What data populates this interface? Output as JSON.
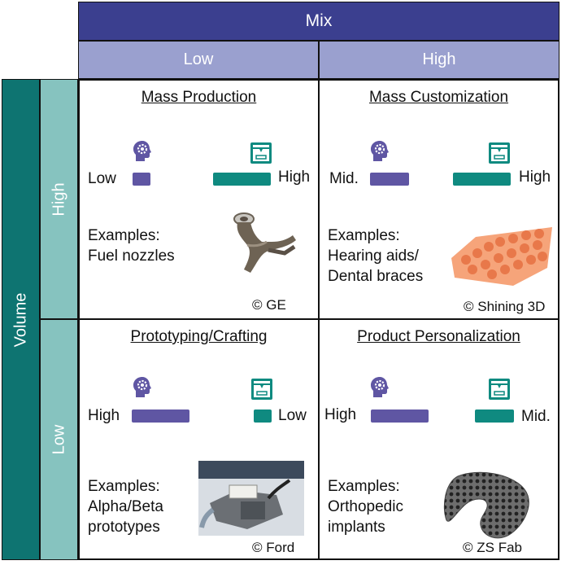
{
  "mix": {
    "title": "Mix",
    "low": "Low",
    "high": "High"
  },
  "volume": {
    "title": "Volume",
    "high": "High",
    "low": "Low"
  },
  "colors": {
    "header_dark": "#3b3f8f",
    "header_light": "#9aa0cf",
    "volume_dark": "#0e7471",
    "volume_light": "#86c3bf",
    "bar_purple": "#5f56a3",
    "bar_teal": "#0f8a80"
  },
  "icons": {
    "left": "brain-gear-icon",
    "right": "3d-printer-icon"
  },
  "cells": {
    "mass_production": {
      "title": "Mass Production",
      "left_label": "Low",
      "right_label": "High",
      "examples_1": "Examples:",
      "examples_2": "Fuel nozzles",
      "examples_3": "",
      "credit": "© GE",
      "image": "fuel-nozzle-image"
    },
    "mass_customization": {
      "title": "Mass Customization",
      "left_label": "Mid.",
      "right_label": "High",
      "examples_1": "Examples:",
      "examples_2": "Hearing aids/",
      "examples_3": "Dental braces",
      "credit": "© Shining 3D",
      "image": "dental-braces-image"
    },
    "prototyping": {
      "title": "Prototyping/Crafting",
      "left_label": "High",
      "right_label": "Low",
      "examples_1": "Examples:",
      "examples_2": "Alpha/Beta",
      "examples_3": "prototypes",
      "credit": "© Ford",
      "image": "prototype-part-image"
    },
    "personalization": {
      "title": "Product Personalization",
      "left_label": "High",
      "right_label": "Mid.",
      "examples_1": "Examples:",
      "examples_2": "Orthopedic",
      "examples_3": "implants",
      "credit": "© ZS Fab",
      "image": "lattice-implant-image"
    }
  }
}
